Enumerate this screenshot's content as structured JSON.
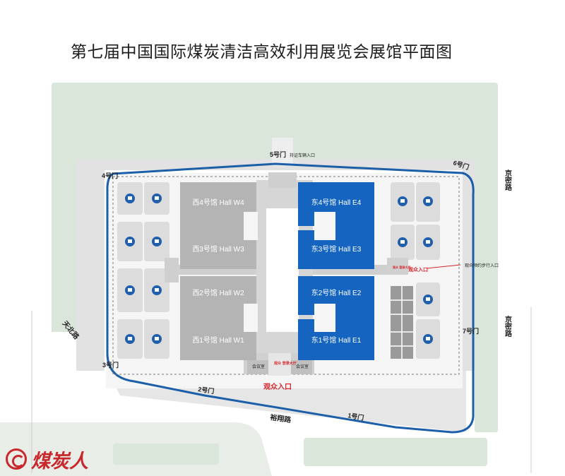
{
  "title": "第七届中国国际煤炭清洁高效利用展览会展馆平面图",
  "halls": {
    "w4": "西4号馆 Hall W4",
    "w3": "西3号馆 Hall W3",
    "w2": "西2号馆 Hall W2",
    "w1": "西1号馆 Hall W1",
    "e4": "东4号馆 Hall E4",
    "e3": "东3号馆 Hall E3",
    "e2": "东2号馆 Hall E2",
    "e1": "东1号馆 Hall E1"
  },
  "gates": {
    "g1": "1号门",
    "g2": "2号门",
    "g3": "3号门",
    "g4": "4号门",
    "g5": "5号门",
    "g5_note": "持证车辆入口",
    "g6": "6号门",
    "g7": "7号门"
  },
  "roads": {
    "jingmi_top": "京密路",
    "jingmi_bottom": "京密路",
    "tianbei": "天北路",
    "yuxiang": "裕翔路"
  },
  "labels": {
    "main_entrance": "观众入口",
    "east_entrance": "观众入口",
    "pedestrian_entrance": "观众预约步行入口",
    "meeting_room_left": "会议室",
    "meeting_room_right": "会议室",
    "registration_hall": "观众\n登录大厅",
    "east_registration": "观众\n登录大厅"
  },
  "watermark": {
    "text": "煤炭人"
  },
  "colors": {
    "green": "#d9e6d9",
    "road_gray": "#dcdcdc",
    "west_hall": "#b4b4b4",
    "east_hall": "#1565c0",
    "fence_blue": "#1a5fa8",
    "entrance_red": "#d6242a",
    "parking_icon": "#1f5fae"
  }
}
